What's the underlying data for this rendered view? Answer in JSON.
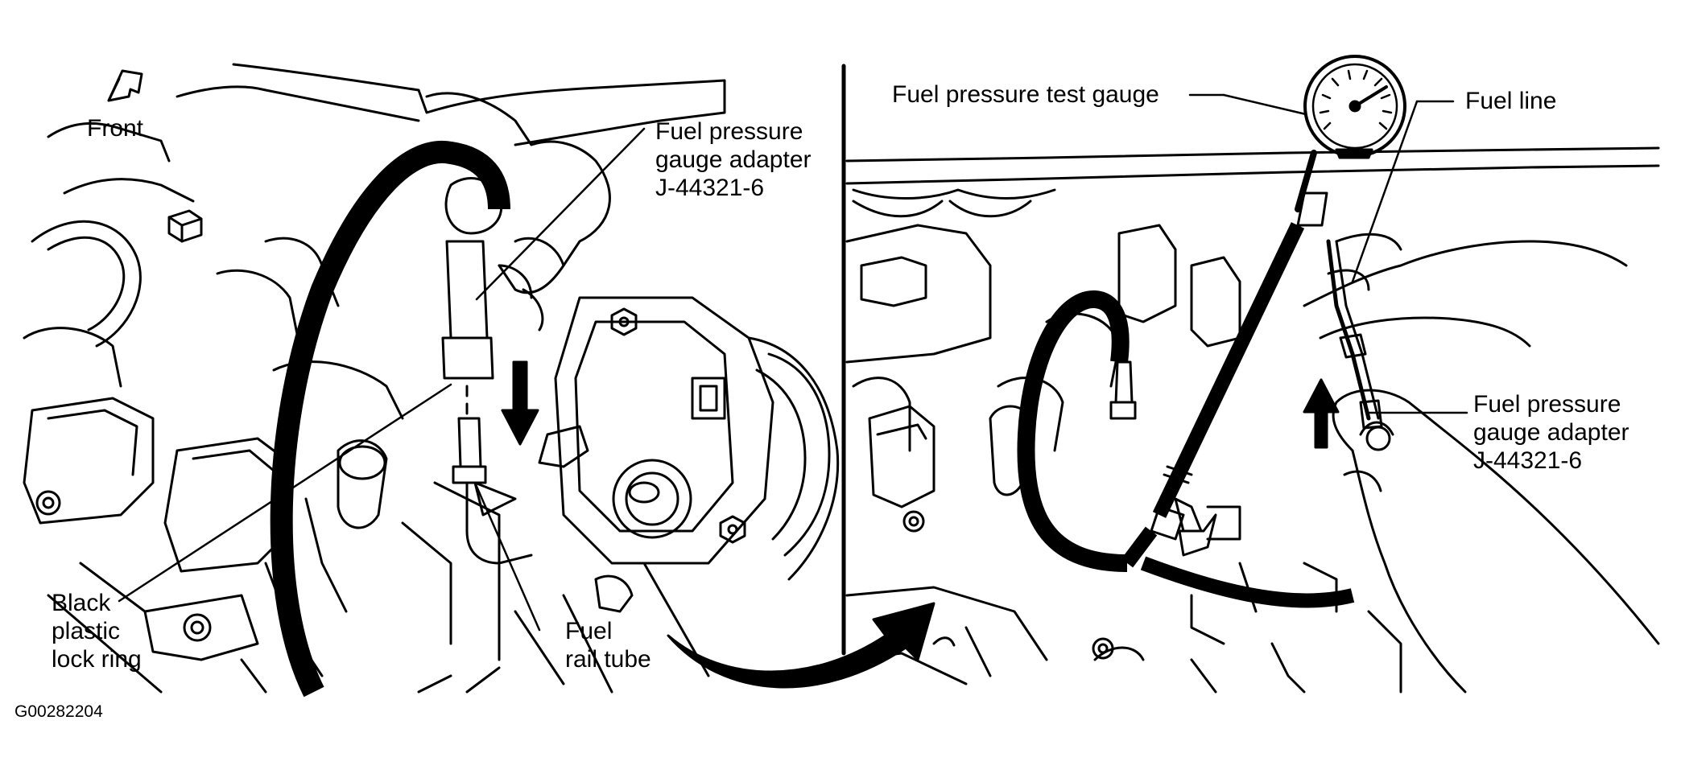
{
  "figure": {
    "id": "G00282204",
    "colors": {
      "ink": "#000000",
      "paper": "#ffffff"
    }
  },
  "left_panel": {
    "front_label": "Front",
    "adapter_label": [
      "Fuel pressure",
      "gauge adapter",
      "J-44321-6"
    ],
    "lock_ring_label": [
      "Black",
      "plastic",
      "lock ring"
    ],
    "rail_tube_label": [
      "Fuel",
      "rail tube"
    ]
  },
  "right_panel": {
    "test_gauge_label": "Fuel pressure test gauge",
    "fuel_line_label": "Fuel line",
    "adapter_label": [
      "Fuel pressure",
      "gauge adapter",
      "J-44321-6"
    ]
  },
  "icons": [
    "front-direction-arrow-icon",
    "install-direction-arrow-icon",
    "transition-arrow-icon",
    "pressure-gauge-icon"
  ]
}
